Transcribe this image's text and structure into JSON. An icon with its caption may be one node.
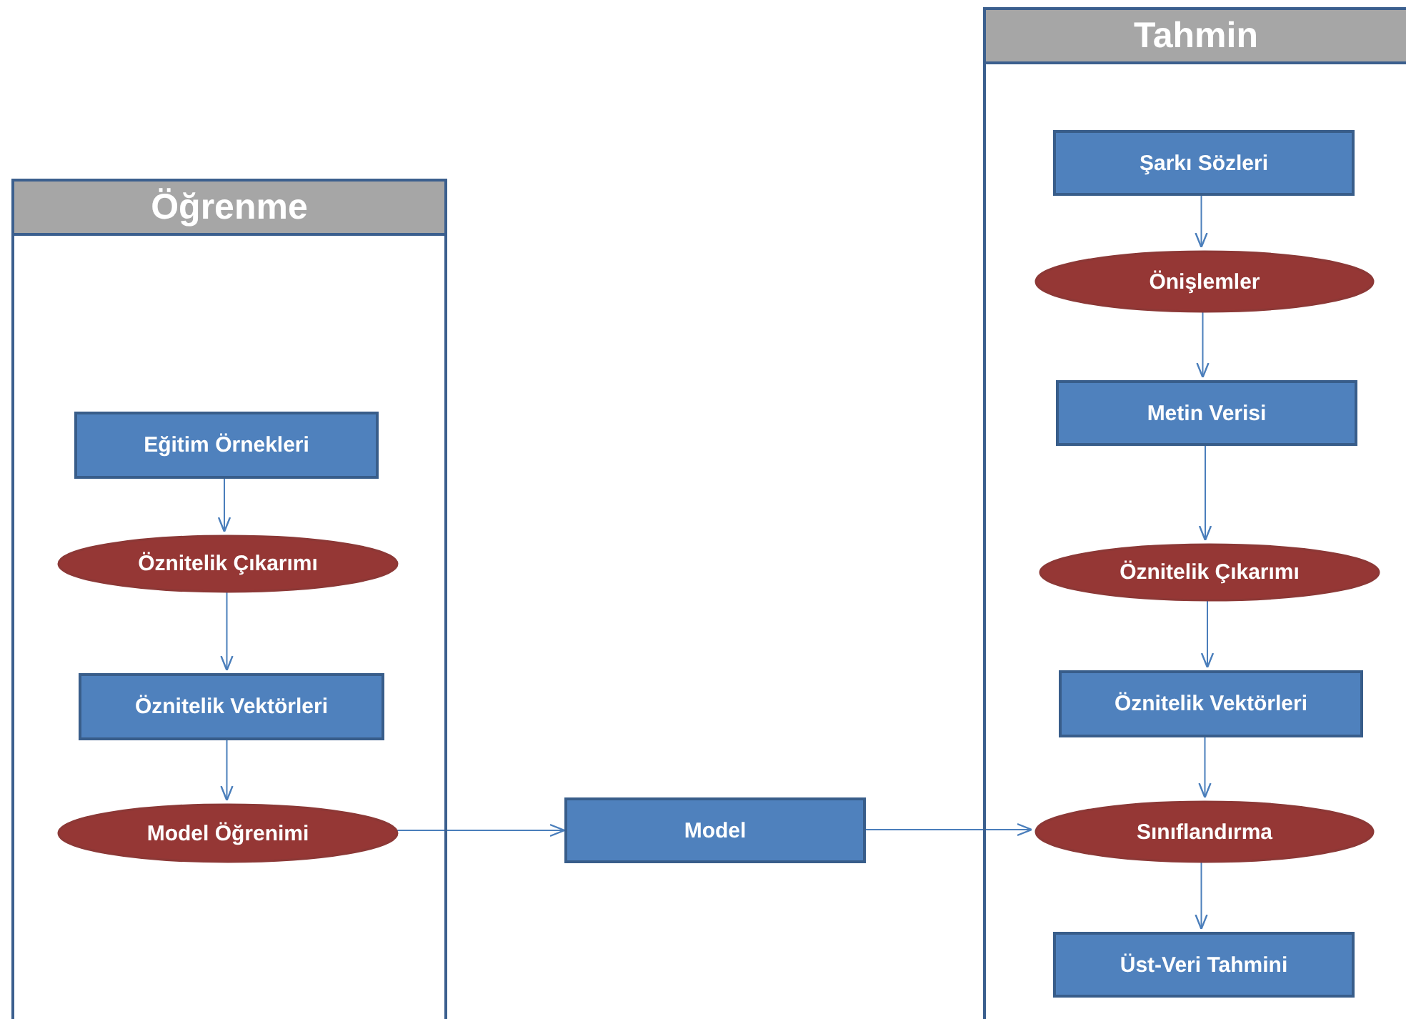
{
  "diagram": {
    "nodes": [
      {
        "text": [
          "Öğrenme"
        ]
      },
      {
        "text": [
          "Eğitim Örnekleri"
        ],
        "in": 0
      },
      {
        "text": [
          "Öznitelik Çıkarımı"
        ],
        "in": 0
      },
      {
        "text": [
          "Öznitelik Vektörleri"
        ],
        "in": 0
      },
      {
        "text": [
          "Model Öğrenimi"
        ],
        "in": 0
      },
      {
        "text": [
          "Model"
        ]
      },
      {
        "text": [
          "Tahmin"
        ]
      },
      {
        "text": [
          "Şarkı Sözleri"
        ],
        "in": 6
      },
      {
        "text": [
          "Önişlemler"
        ],
        "in": 6
      },
      {
        "text": [
          "Metin Verisi"
        ],
        "in": 6
      },
      {
        "text": [
          "Öznitelik Çıkarımı"
        ],
        "in": 6
      },
      {
        "text": [
          "Öznitelik Vektörleri"
        ],
        "in": 6
      },
      {
        "text": [
          "Sınıflandırma"
        ],
        "in": 6
      },
      {
        "text": [
          "Üst-Veri Tahmini"
        ],
        "in": 6
      }
    ],
    "edges": [
      {
        "from": 1,
        "to": 2,
        "arrow": "to"
      },
      {
        "from": 2,
        "to": 3,
        "arrow": "to"
      },
      {
        "from": 3,
        "to": 4,
        "arrow": "to"
      },
      {
        "from": 4,
        "to": 5,
        "arrow": "to"
      },
      {
        "from": 5,
        "to": 12,
        "arrow": "to"
      },
      {
        "from": 7,
        "to": 8,
        "arrow": "to"
      },
      {
        "from": 8,
        "to": 9,
        "arrow": "to"
      },
      {
        "from": 9,
        "to": 10,
        "arrow": "to"
      },
      {
        "from": 10,
        "to": 11,
        "arrow": "to"
      },
      {
        "from": 11,
        "to": 12,
        "arrow": "to"
      },
      {
        "from": 12,
        "to": 13,
        "arrow": "to"
      }
    ]
  }
}
